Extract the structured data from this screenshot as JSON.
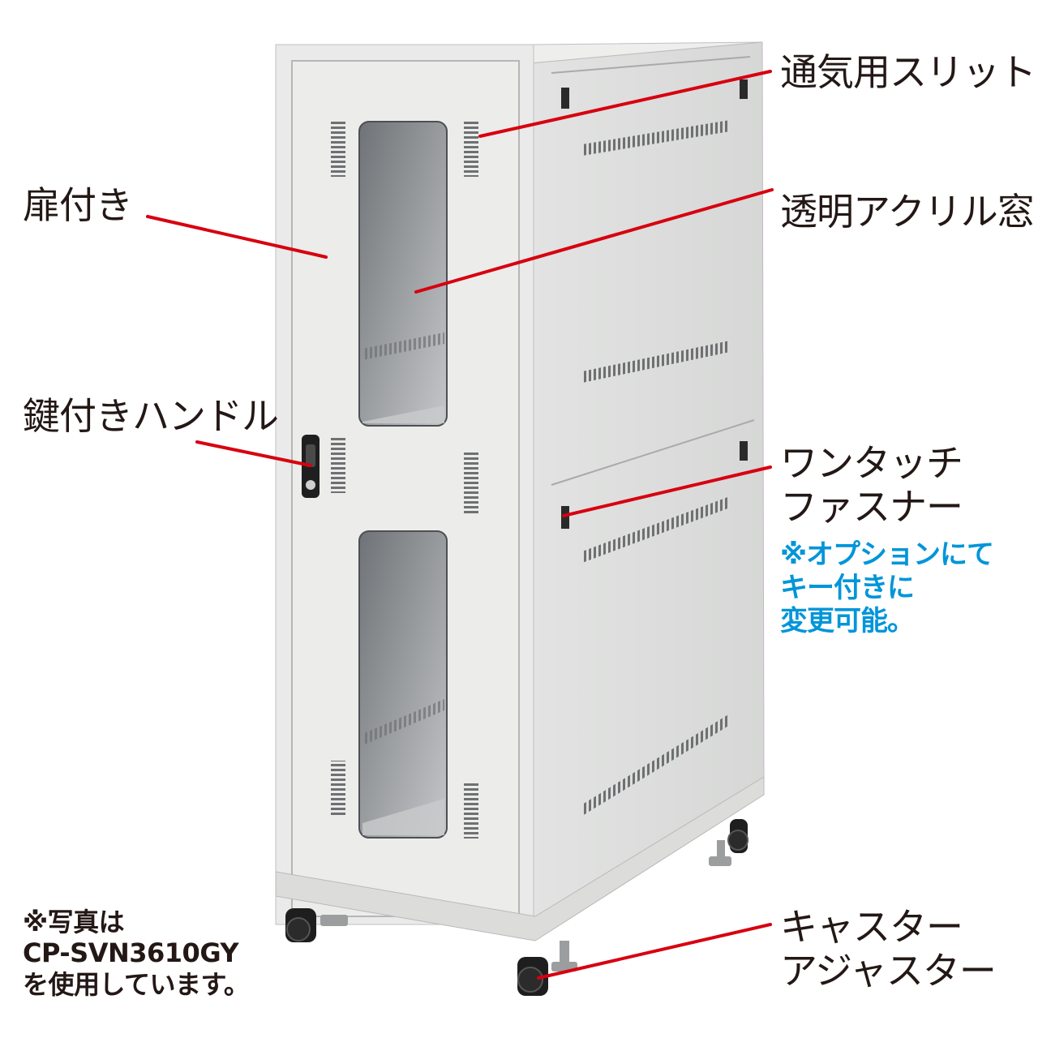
{
  "colors": {
    "leader_line": "#d7000f",
    "note_text": "#0095d9",
    "label_text": "#231815",
    "cabinet_body": "#e6e7e6",
    "cabinet_side": "#dcdddc",
    "window_glass": "#8a8d90"
  },
  "callouts": {
    "vent_slit": "通気用スリット",
    "door": "扉付き",
    "acrylic_window": "透明アクリル窓",
    "locking_handle": "鍵付きハンドル",
    "fastener_line1": "ワンタッチ",
    "fastener_line2": "ファスナー",
    "caster_line1": "キャスター",
    "caster_line2": "アジャスター"
  },
  "fastener_note": "※オプションにて\nキー付きに\n変更可能。",
  "photo_note": "※写真は\nCP-SVN3610GY\nを使用しています。"
}
